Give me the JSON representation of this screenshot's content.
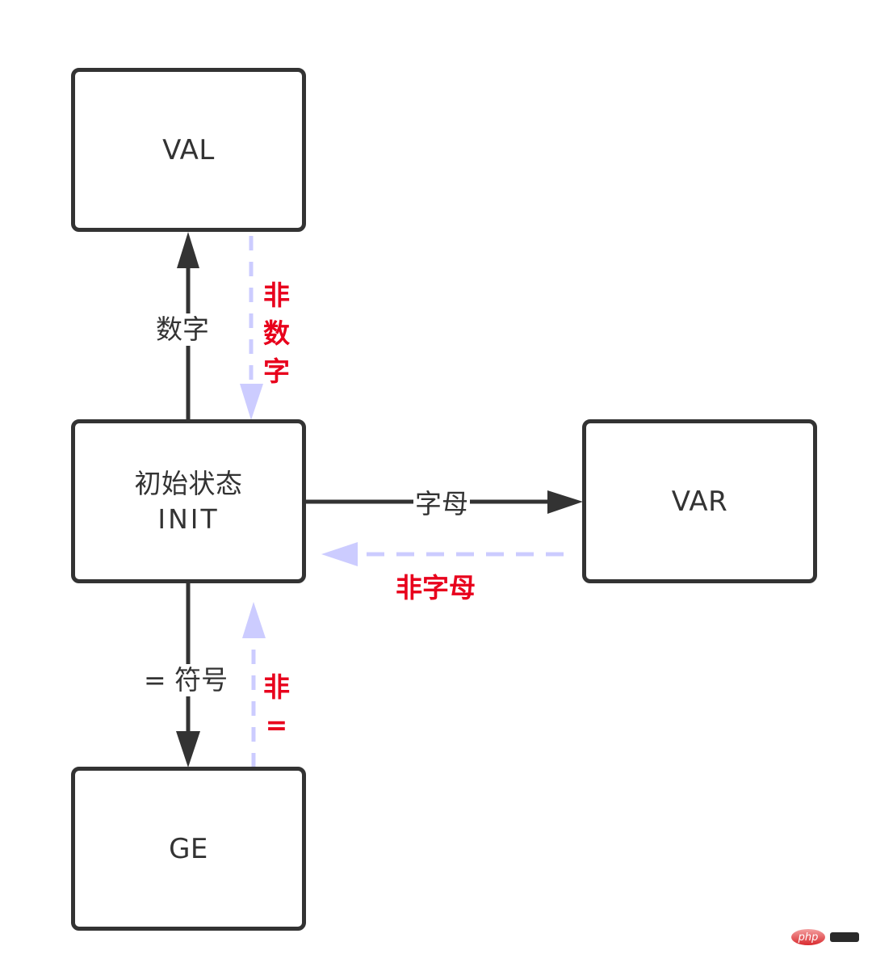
{
  "diagram": {
    "type": "state-transition",
    "colors": {
      "node_border": "#333333",
      "text": "#333333",
      "positive_edge": "#333333",
      "negative_edge": "#ccccff",
      "negative_label": "#e8001c"
    },
    "nodes": {
      "val": {
        "label": "VAL"
      },
      "init": {
        "label_cn": "初始状态",
        "label_en": "INIT"
      },
      "var": {
        "label": "VAR"
      },
      "ge": {
        "label": "GE"
      }
    },
    "edges": {
      "init_to_val": {
        "label": "数字",
        "from": "INIT",
        "to": "VAL",
        "style": "solid"
      },
      "val_to_init": {
        "label_chars": [
          "非",
          "数",
          "字"
        ],
        "from": "VAL",
        "to": "INIT",
        "style": "dashed"
      },
      "init_to_var": {
        "label": "字母",
        "from": "INIT",
        "to": "VAR",
        "style": "solid"
      },
      "var_to_init": {
        "label": "非字母",
        "from": "VAR",
        "to": "INIT",
        "style": "dashed"
      },
      "init_to_ge": {
        "label": "= 符号",
        "from": "INIT",
        "to": "GE",
        "style": "solid"
      },
      "ge_to_init": {
        "label_chars": [
          "非",
          "="
        ],
        "from": "GE",
        "to": "INIT",
        "style": "dashed"
      }
    }
  },
  "watermark": {
    "logo_text": "php"
  }
}
